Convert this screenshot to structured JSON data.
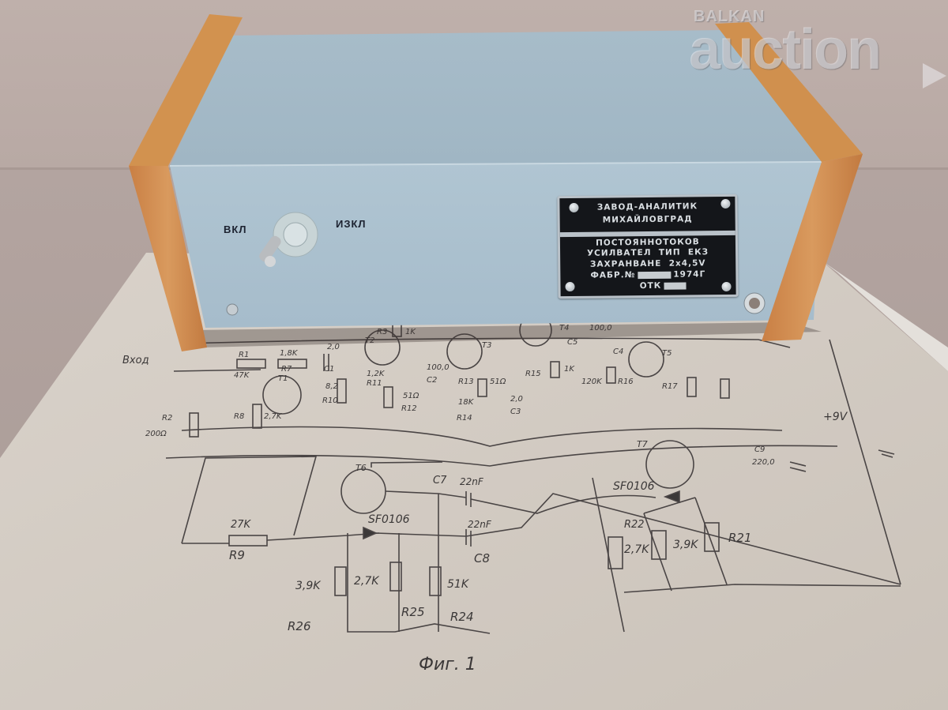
{
  "watermark": {
    "small": "BALKAN",
    "big": "auction"
  },
  "device": {
    "switch_label_on": "ВКЛ",
    "switch_label_off": "ИЗКЛ",
    "colors": {
      "panel": "#a9bfcd",
      "panel_top": "#a3b9c7",
      "wood": "#cf8a4f",
      "plate": "#14161a"
    },
    "nameplate": {
      "line1": "ЗАВОД-АНАЛИТИК",
      "line2": "МИХАЙЛОВГРАД",
      "line3": "ПОСТОЯННОТОКОВ",
      "line4": "УСИЛВАТЕЛ  ТИП  ЕКЗ",
      "line5": "ЗАХРАНВАНЕ  2x4,5V",
      "line6_prefix": "ФАБР.№",
      "line6_year": "1974Г",
      "line7_prefix": "ОТК"
    }
  },
  "schematic": {
    "input_label": "Вход",
    "figure_label": "Фиг. 1",
    "supply_label": "+9V",
    "components": {
      "R1": "R1",
      "R1_val": "47K",
      "R7": "R7",
      "R7_val": "1,8K",
      "C1": "C1",
      "C1_val": "2,0",
      "T1": "T1",
      "T2": "T2",
      "T3": "T3",
      "T4": "T4",
      "T5": "T5",
      "T6": "T6",
      "T7": "T7",
      "R2": "R2",
      "R2_val": "200Ω",
      "R8": "R8",
      "R8_val": "2,7K",
      "R10": "R10",
      "R10_val": "8,2",
      "R3": "R3",
      "R3_val": "1K",
      "R11": "R11",
      "R11_val": "1,2K",
      "C2": "C2",
      "C2_val": "100,0",
      "R12": "R12",
      "R12_val": "51Ω",
      "R13": "R13",
      "R13_val": "51Ω",
      "R14": "R14",
      "R14_val": "18K",
      "C3": "C3",
      "C3_val": "2,0",
      "R15": "R15",
      "R15_val": "1K",
      "C5": "C5",
      "C5_val": "100,0",
      "C4": "C4",
      "R16": "R16",
      "R16_val": "120K",
      "R17": "R17",
      "R9": "R9",
      "R9_val": "27K",
      "D1": "SF0106",
      "C7": "C7",
      "C7_val": "22nF",
      "C8": "C8",
      "C8_val": "22nF",
      "R26": "R26",
      "R26_val": "3,9K",
      "R25": "R25",
      "R25_val": "2,7K",
      "R24": "R24",
      "R24_val": "51K",
      "D2": "SF0106",
      "R22": "R22",
      "R22_val": "2,7K",
      "R21": "R21",
      "R21_val": "3,9K",
      "C9": "C9",
      "C9_val": "220,0"
    }
  }
}
